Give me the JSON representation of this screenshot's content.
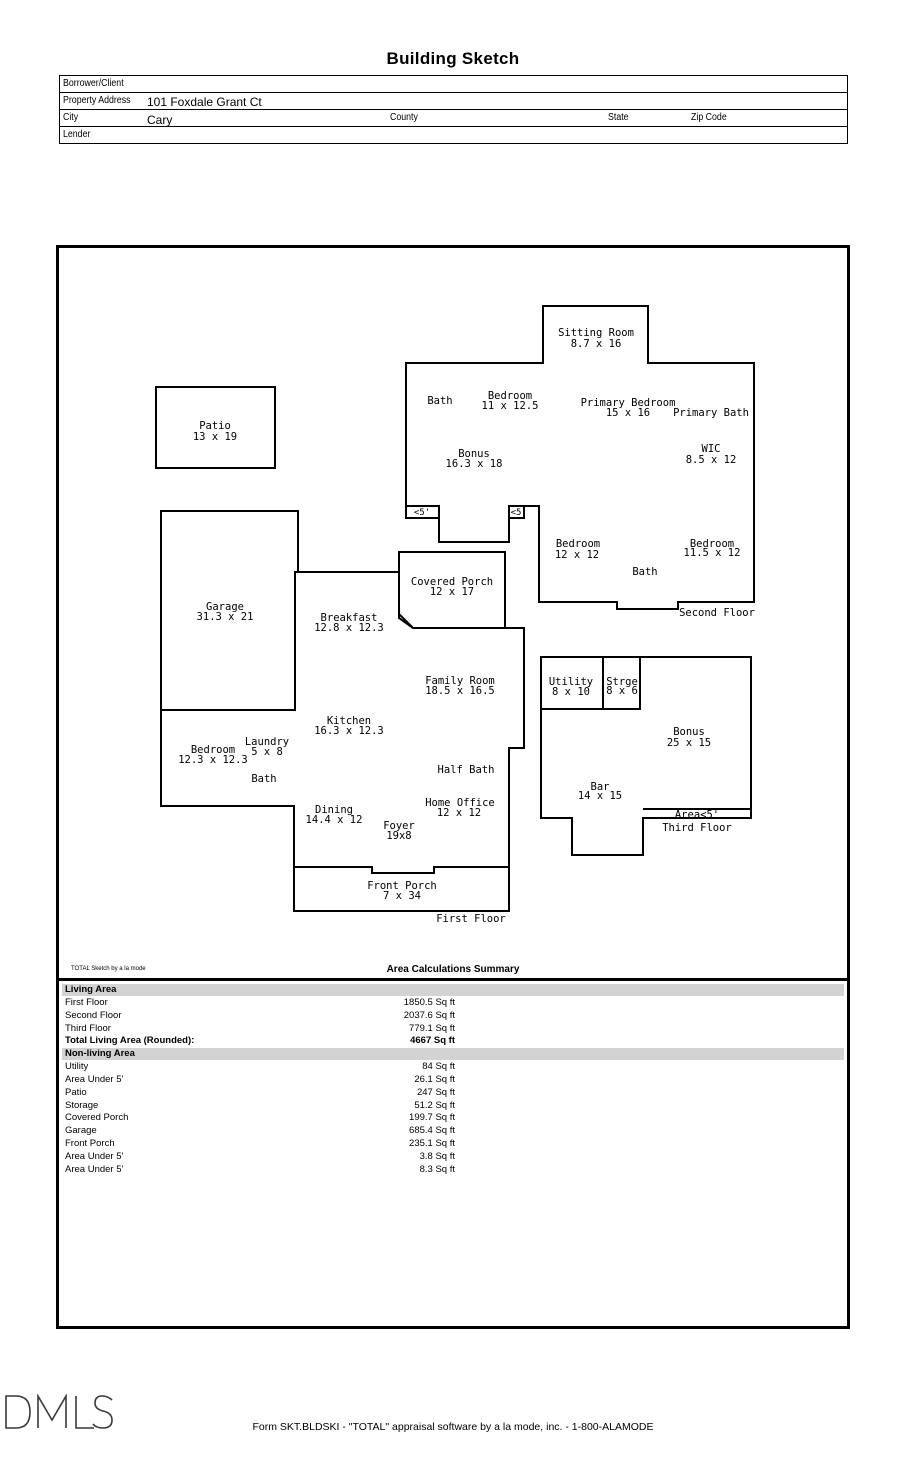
{
  "title": "Building Sketch",
  "info": {
    "borrower_label": "Borrower/Client",
    "borrower_value": "",
    "address_label": "Property Address",
    "address_value": "101 Foxdale Grant Ct",
    "city_label": "City",
    "city_value": "Cary",
    "county_label": "County",
    "state_label": "State",
    "zip_label": "Zip Code",
    "lender_label": "Lender"
  },
  "floors": {
    "first": "First Floor",
    "second": "Second Floor",
    "third": "Third Floor"
  },
  "rooms": {
    "patio": [
      "Patio",
      "13 x 19"
    ],
    "garage": [
      "Garage",
      "31.3 x 21"
    ],
    "breakfast": [
      "Breakfast",
      "12.8 x 12.3"
    ],
    "covered_porch": [
      "Covered Porch",
      "12 x 17"
    ],
    "family_room": [
      "Family Room",
      "18.5 x 16.5"
    ],
    "kitchen": [
      "Kitchen",
      "16.3 x 12.3"
    ],
    "laundry": [
      "Laundry",
      "5 x 8"
    ],
    "bedroom_first": [
      "Bedroom",
      "12.3 x 12.3"
    ],
    "bath_first": "Bath",
    "half_bath": "Half Bath",
    "dining": [
      "Dining",
      "14.4 x 12"
    ],
    "home_office": [
      "Home Office",
      "12 x 12"
    ],
    "foyer": [
      "Foyer",
      "19x8"
    ],
    "front_porch": [
      "Front Porch",
      "7 x 34"
    ],
    "sitting_room": [
      "Sitting Room",
      "8.7 x 16"
    ],
    "bath_upper": "Bath",
    "bedroom_a": [
      "Bedroom",
      "11 x 12.5"
    ],
    "primary_bedroom": [
      "Primary Bedroom",
      "15 x 16"
    ],
    "primary_bath": "Primary Bath",
    "bonus_second": [
      "Bonus",
      "16.3 x 18"
    ],
    "wic": [
      "WIC",
      "8.5 x 12"
    ],
    "under5_a": "<5'",
    "under5_b": "<5",
    "bedroom_b": [
      "Bedroom",
      "12 x 12"
    ],
    "bedroom_c": [
      "Bedroom",
      "11.5 x 12"
    ],
    "bath_second": "Bath",
    "utility": [
      "Utility",
      "8 x 10"
    ],
    "storage": [
      "Strge",
      "8 x 6"
    ],
    "bonus_third": [
      "Bonus",
      "25 x 15"
    ],
    "bar": [
      "Bar",
      "14 x 15"
    ],
    "area_under5": "Area<5'"
  },
  "sketch_credit": "TOTAL Sketch by a la mode",
  "summary": {
    "title": "Area Calculations Summary",
    "living_header": "Living Area",
    "living": [
      [
        "First Floor",
        "1850.5 Sq ft"
      ],
      [
        "Second Floor",
        "2037.6 Sq ft"
      ],
      [
        "Third Floor",
        "779.1 Sq ft"
      ]
    ],
    "total_label": "Total Living Area (Rounded):",
    "total_value": "4667 Sq ft",
    "nonliving_header": "Non-living Area",
    "nonliving": [
      [
        "Utility",
        "84 Sq ft"
      ],
      [
        "Area Under 5'",
        "26.1 Sq ft"
      ],
      [
        "Patio",
        "247 Sq ft"
      ],
      [
        "Storage",
        "51.2 Sq ft"
      ],
      [
        "Covered Porch",
        "199.7 Sq ft"
      ],
      [
        "Garage",
        "685.4 Sq ft"
      ],
      [
        "Front Porch",
        "235.1 Sq ft"
      ],
      [
        "Area Under 5'",
        "3.8 Sq ft"
      ],
      [
        "Area Under 5'",
        "8.3 Sq ft"
      ]
    ]
  },
  "logo_text": "DMLS",
  "footer": "Form SKT.BLDSKI - \"TOTAL\" appraisal software by a la mode, inc. - 1-800-ALAMODE"
}
